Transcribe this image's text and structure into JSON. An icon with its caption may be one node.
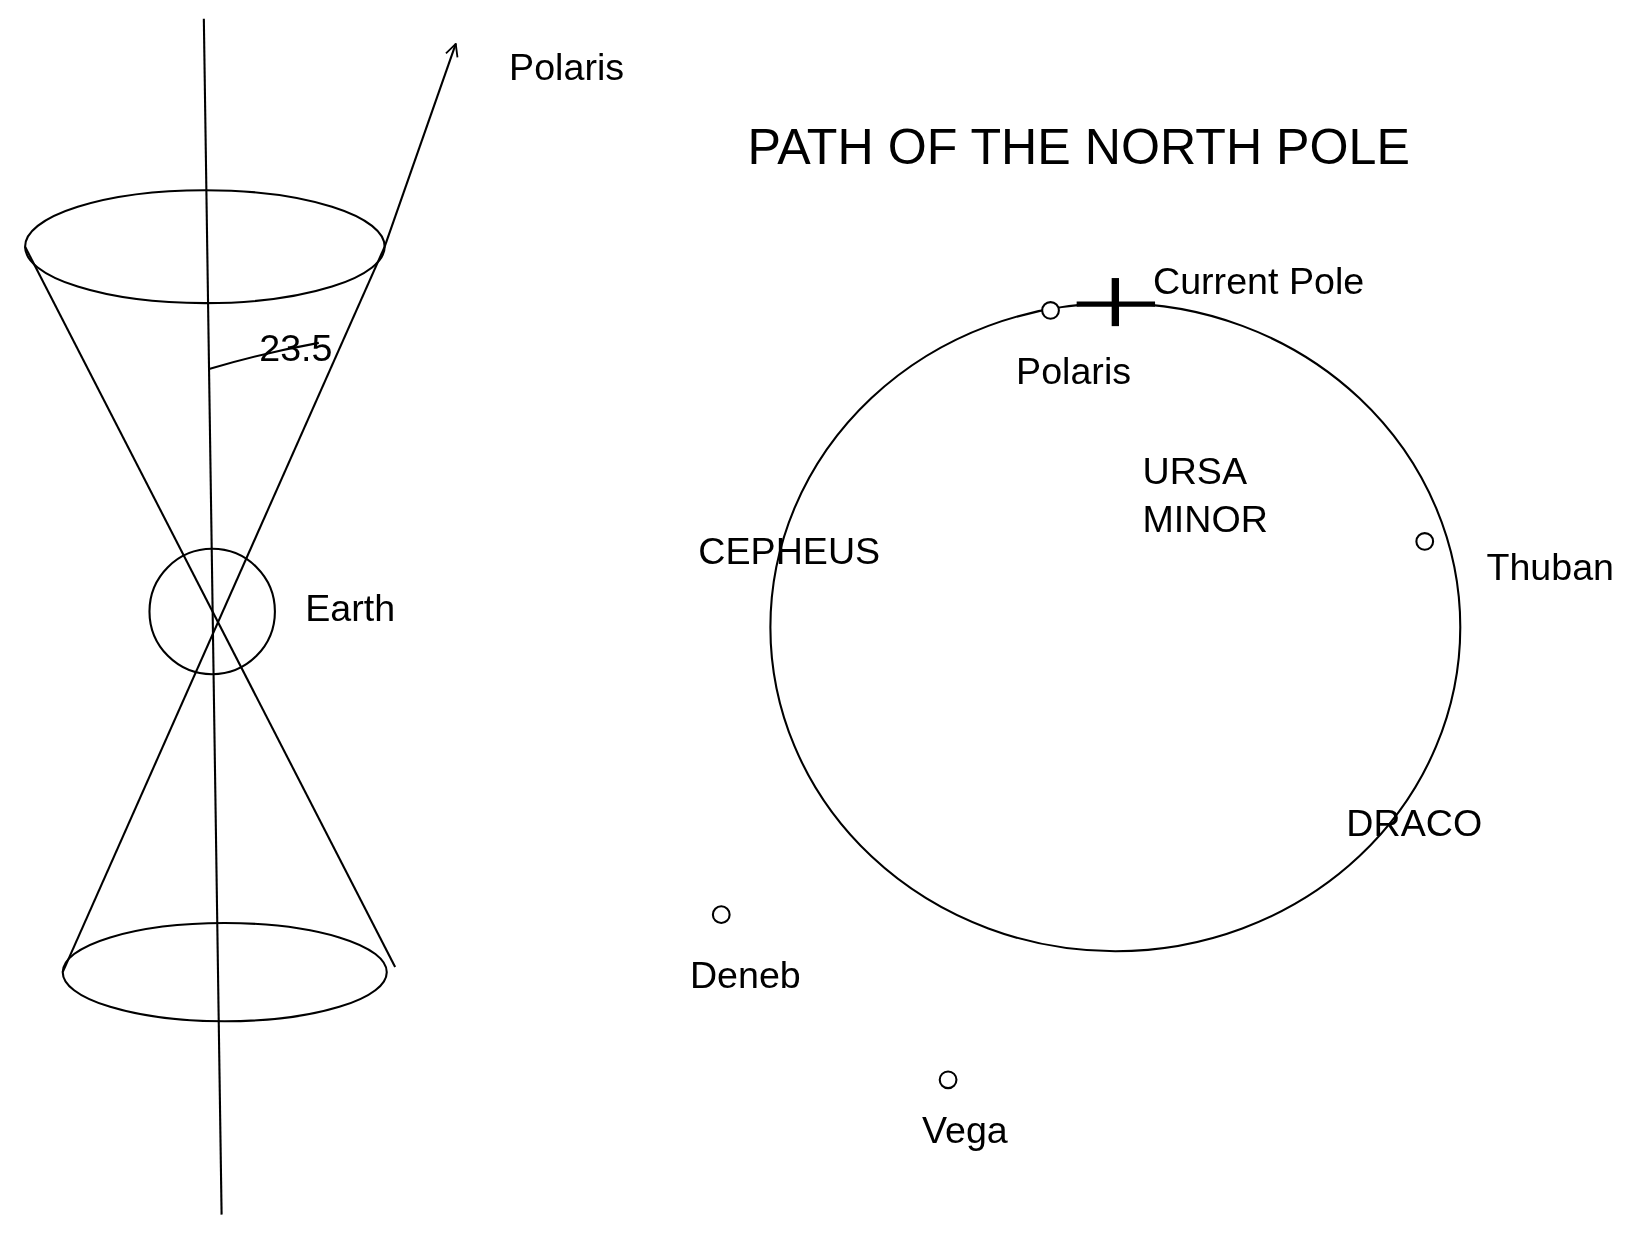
{
  "diagram": {
    "title": "PATH OF THE NORTH POLE",
    "labels": [
      "Polaris",
      "23.5",
      "Earth",
      "Current Pole",
      "Polaris",
      "URSA MINOR",
      "CEPHEUS",
      "Thuban",
      "DRACO",
      "Deneb",
      "Vega"
    ]
  }
}
